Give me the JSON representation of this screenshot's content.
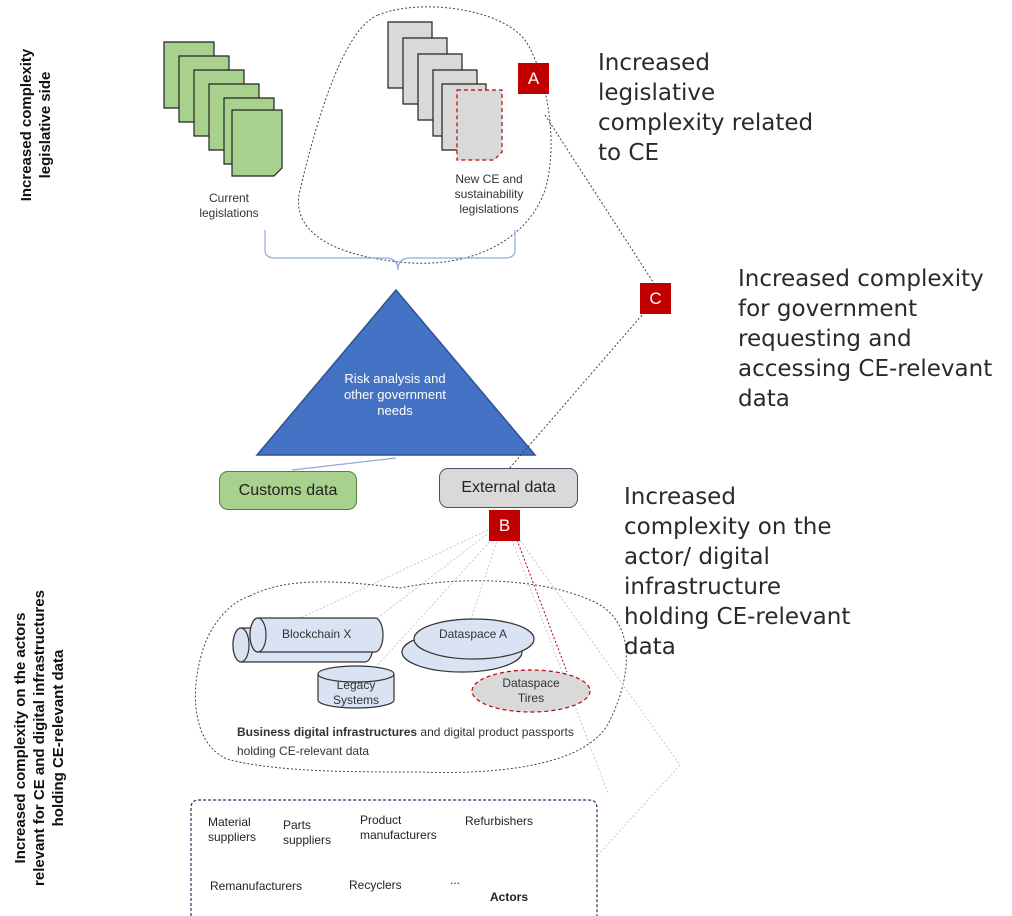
{
  "side_labels": {
    "legislative": [
      "Increased complexity",
      "legislative side"
    ],
    "actors": [
      "Increased complexity on the actors",
      "relevant for CE and digital infrastructures",
      "holding CE-relevant data"
    ]
  },
  "documents": {
    "current": "Current legislations",
    "new": "New CE and sustainability legislations"
  },
  "triangle_label": "Risk analysis and other government needs",
  "data_boxes": {
    "customs": "Customs data",
    "external": "External data"
  },
  "badges": {
    "a": "A",
    "b": "B",
    "c": "C"
  },
  "annotations": {
    "a": "Increased legislative complexity related to CE",
    "c": "Increased complexity for government requesting and accessing CE-relevant data",
    "b": "Increased complexity on the actor/ digital infrastructure holding CE-relevant data"
  },
  "infrastructure": {
    "blockchain": "Blockchain X",
    "dataspace_a": "Dataspace A",
    "legacy": "Legacy Systems",
    "dataspace_tires": "Dataspace Tires",
    "caption_bold": "Business digital infrastructures",
    "caption_rest": "and digital product passports holding CE-relevant data"
  },
  "actors": {
    "material_suppliers": "Material suppliers",
    "parts_suppliers": "Parts suppliers",
    "product_manufacturers": "Product manufacturers",
    "refurbishers": "Refurbishers",
    "remanufacturers": "Remanufacturers",
    "recyclers": "Recyclers",
    "ellipsis": "...",
    "title": "Actors"
  },
  "colors": {
    "green": "#a9d18e",
    "green_border": "#548235",
    "grey": "#d9d9d9",
    "blue": "#4472c4",
    "red": "#c00000",
    "navy": "#1f3864"
  }
}
